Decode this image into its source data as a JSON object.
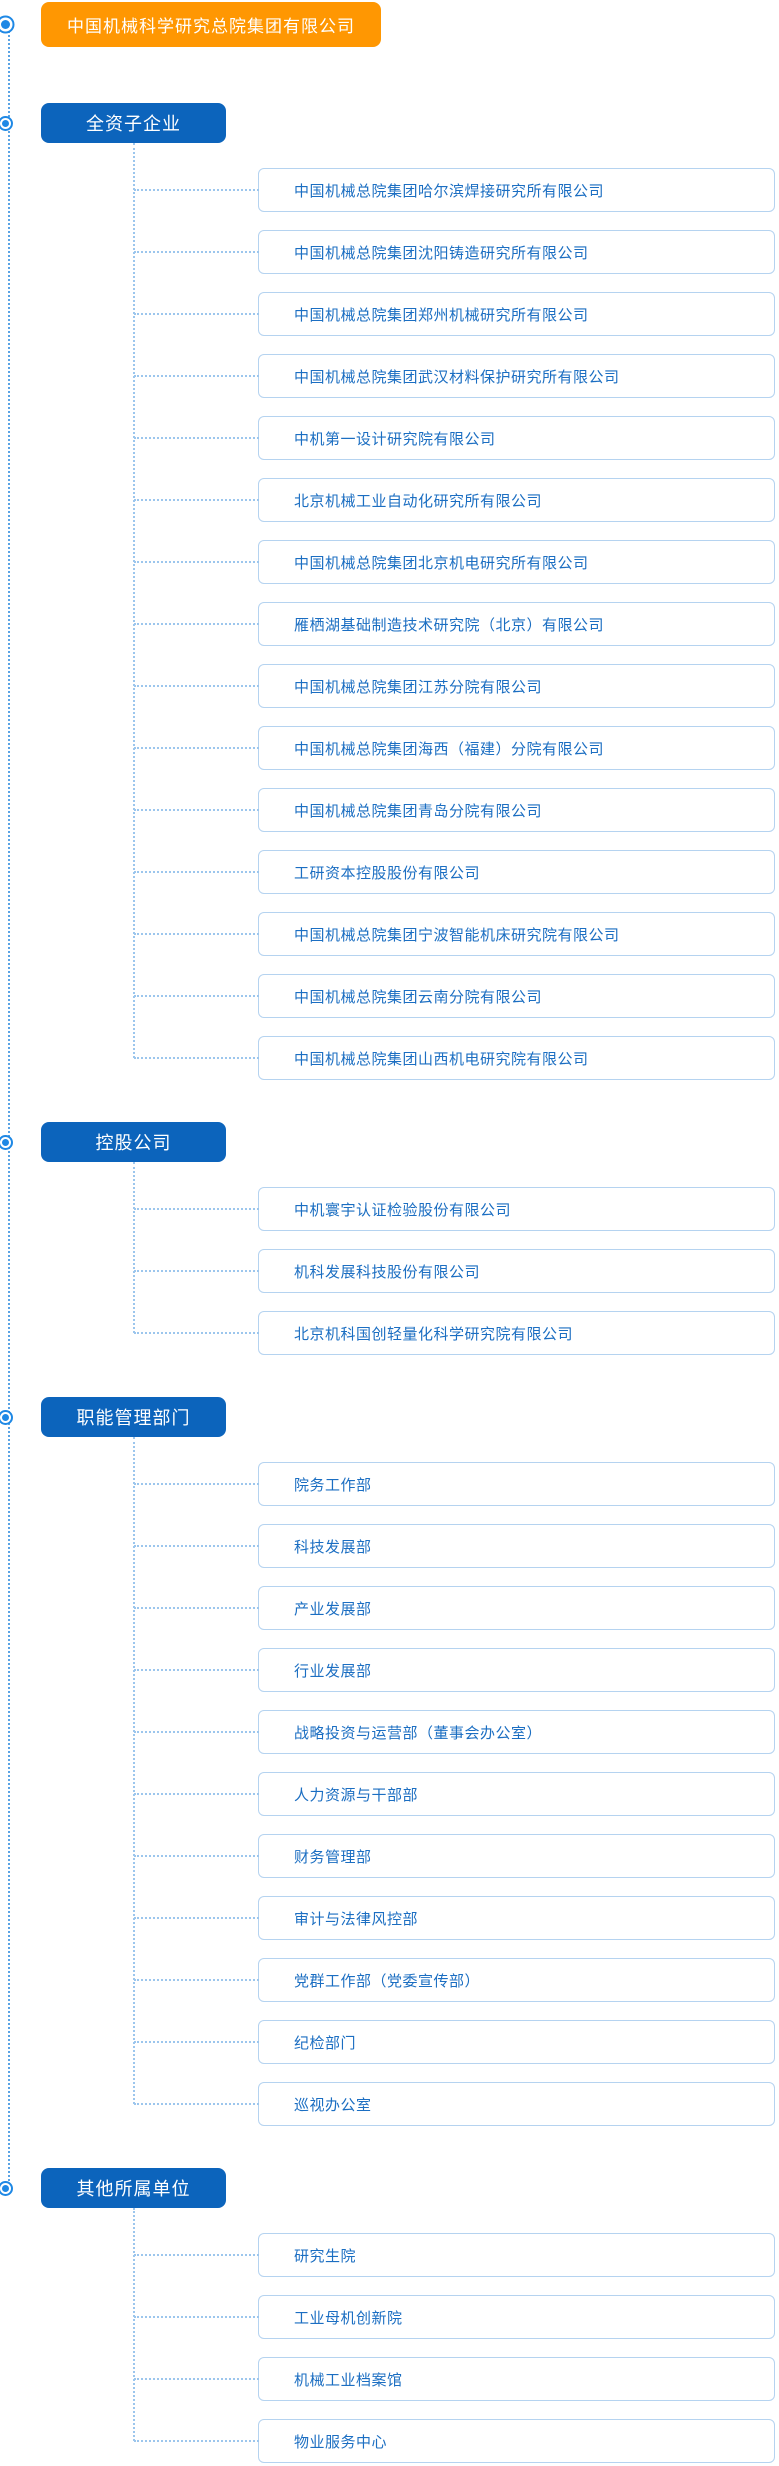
{
  "root": {
    "title": "中国机械科学研究总院集团有限公司"
  },
  "sections": [
    {
      "label": "全资子企业",
      "items": [
        "中国机械总院集团哈尔滨焊接研究所有限公司",
        "中国机械总院集团沈阳铸造研究所有限公司",
        "中国机械总院集团郑州机械研究所有限公司",
        "中国机械总院集团武汉材料保护研究所有限公司",
        "中机第一设计研究院有限公司",
        "北京机械工业自动化研究所有限公司",
        "中国机械总院集团北京机电研究所有限公司",
        "雁栖湖基础制造技术研究院（北京）有限公司",
        "中国机械总院集团江苏分院有限公司",
        "中国机械总院集团海西（福建）分院有限公司",
        "中国机械总院集团青岛分院有限公司",
        "工研资本控股股份有限公司",
        "中国机械总院集团宁波智能机床研究院有限公司",
        "中国机械总院集团云南分院有限公司",
        "中国机械总院集团山西机电研究院有限公司"
      ]
    },
    {
      "label": "控股公司",
      "items": [
        "中机寰宇认证检验股份有限公司",
        "机科发展科技股份有限公司",
        "北京机科国创轻量化科学研究院有限公司"
      ]
    },
    {
      "label": "职能管理部门",
      "items": [
        "院务工作部",
        "科技发展部",
        "产业发展部",
        "行业发展部",
        "战略投资与运营部（董事会办公室）",
        "人力资源与干部部",
        "财务管理部",
        "审计与法律风控部",
        "党群工作部（党委宣传部）",
        "纪检部门",
        "巡视办公室"
      ]
    },
    {
      "label": "其他所属单位",
      "items": [
        "研究生院",
        "工业母机创新院",
        "机械工业档案馆",
        "物业服务中心"
      ]
    }
  ],
  "colors": {
    "root-bg": "#ff9702",
    "section-bg": "#0c64bc",
    "bullet": "#1e88e5",
    "rail-line": "#5aa3e4",
    "line": "#9cc6ed",
    "item-border": "#b5d3f0",
    "item-text": "#1b6ec2"
  }
}
